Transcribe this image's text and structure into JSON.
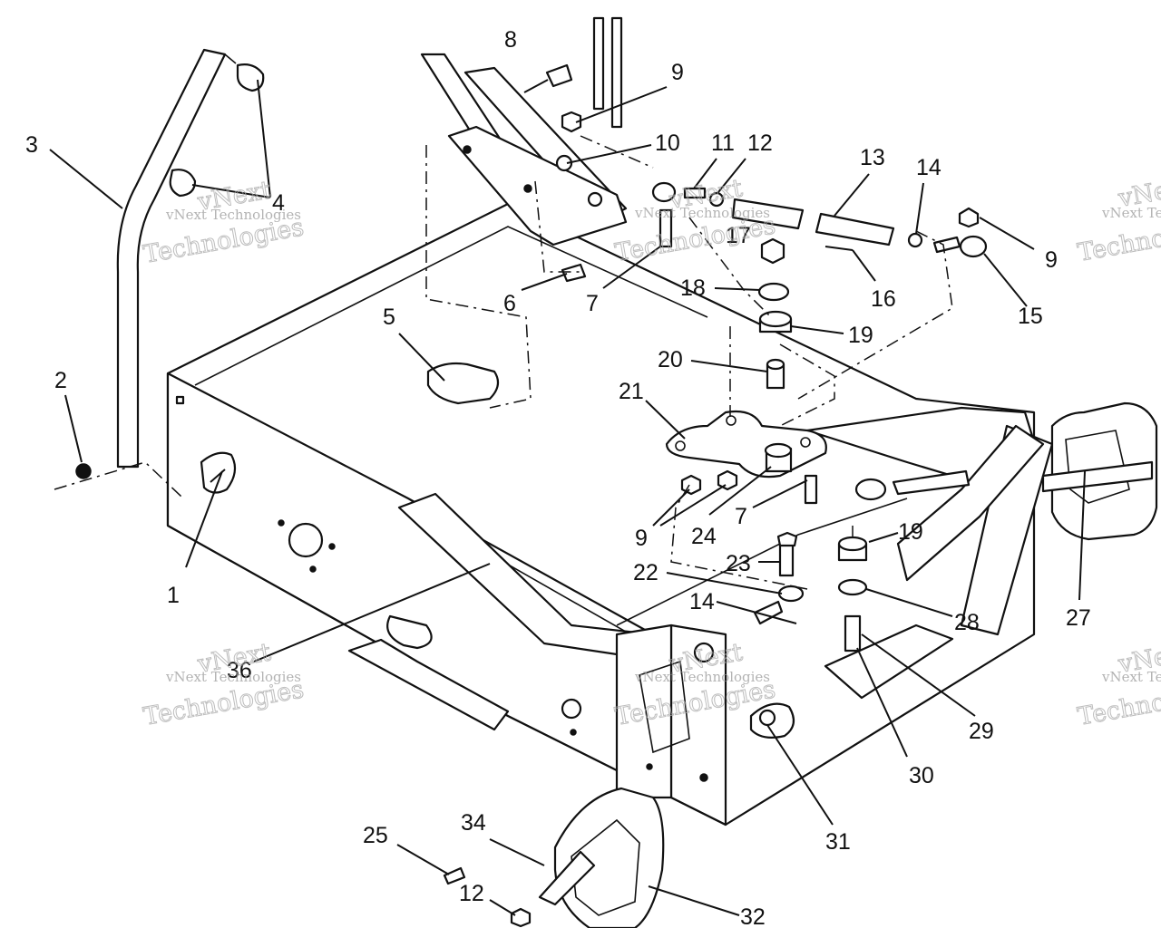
{
  "watermark": {
    "line1": "vNext Technologies",
    "line2": "Technologies",
    "prefix": "vNext"
  },
  "callouts": {
    "c1": "1",
    "c2": "2",
    "c3": "3",
    "c4": "4",
    "c5": "5",
    "c6": "6",
    "c7a": "7",
    "c7b": "7",
    "c8": "8",
    "c9a": "9",
    "c9b": "9",
    "c9c": "9",
    "c10": "10",
    "c11": "11",
    "c12a": "12",
    "c12b": "12",
    "c13": "13",
    "c14a": "14",
    "c14b": "14",
    "c15": "15",
    "c16": "16",
    "c17": "17",
    "c18": "18",
    "c19a": "19",
    "c19b": "19",
    "c20": "20",
    "c21": "21",
    "c22": "22",
    "c23": "23",
    "c24": "24",
    "c25": "25",
    "c27": "27",
    "c28": "28",
    "c29": "29",
    "c30": "30",
    "c31": "31",
    "c32": "32",
    "c34": "34",
    "c36": "36"
  }
}
